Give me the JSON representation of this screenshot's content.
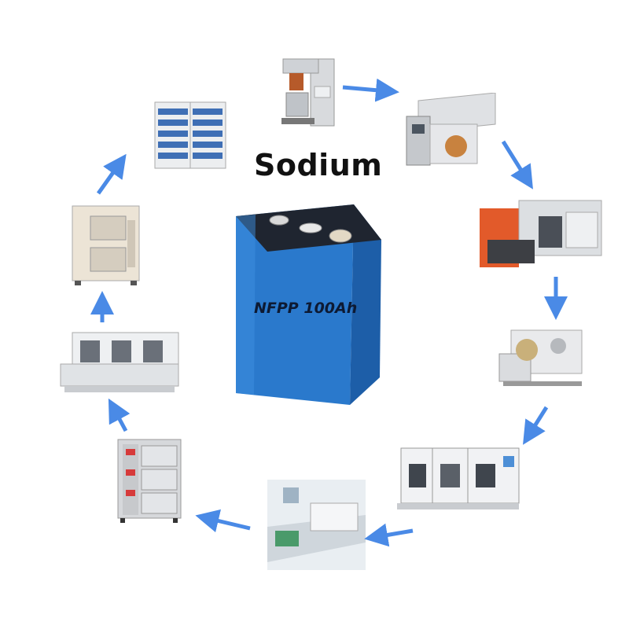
{
  "diagram": {
    "title": "Sodium",
    "center_cell": {
      "label": "NFPP 100Ah",
      "color": "#2f7fd0"
    },
    "arrow_color": "#4a8ae6",
    "process_steps": [
      {
        "id": "mixer",
        "icon": "planetary-mixer-machine"
      },
      {
        "id": "coater",
        "icon": "coating-machine"
      },
      {
        "id": "press",
        "icon": "roll-press-machine"
      },
      {
        "id": "slitter",
        "icon": "slitting-machine"
      },
      {
        "id": "winder",
        "icon": "winding-machine"
      },
      {
        "id": "assembly",
        "icon": "assembly-line"
      },
      {
        "id": "oven",
        "icon": "vacuum-oven"
      },
      {
        "id": "filling",
        "icon": "electrolyte-filling-line"
      },
      {
        "id": "chamber",
        "icon": "formation-chamber"
      },
      {
        "id": "tester",
        "icon": "battery-tester-rack"
      }
    ]
  }
}
